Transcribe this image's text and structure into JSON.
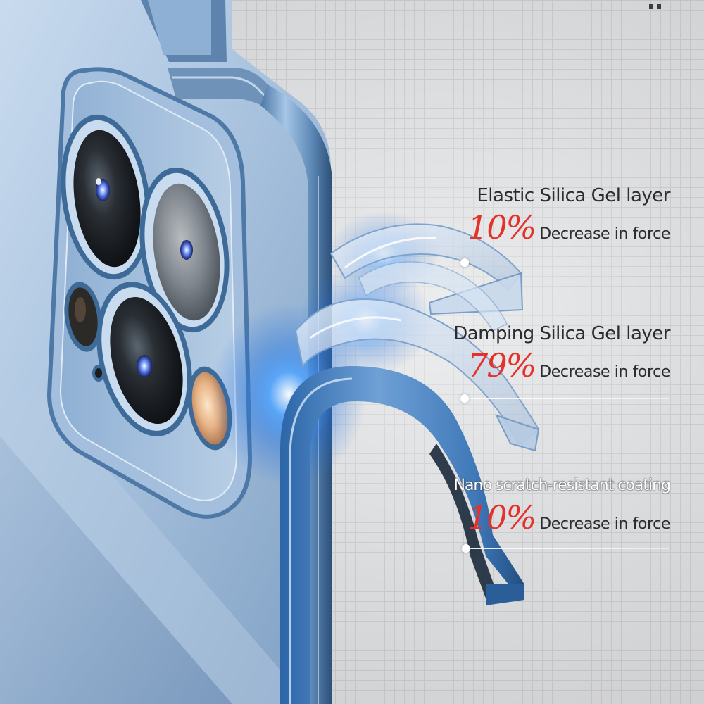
{
  "callouts": [
    {
      "title": "Elastic Silica Gel layer",
      "percent": "10%",
      "description": "Decrease in force"
    },
    {
      "title": "Damping Silica Gel layer",
      "percent": "79%",
      "description": "Decrease in force"
    },
    {
      "title": "Nano scratch-resistant coating",
      "percent": "10%",
      "description": "Decrease in force"
    }
  ],
  "colors": {
    "accent_red": "#e5312a",
    "phone_blue": "#6f93b8",
    "glow_blue": "#2f8cff",
    "text_dark": "#2a2c30"
  }
}
